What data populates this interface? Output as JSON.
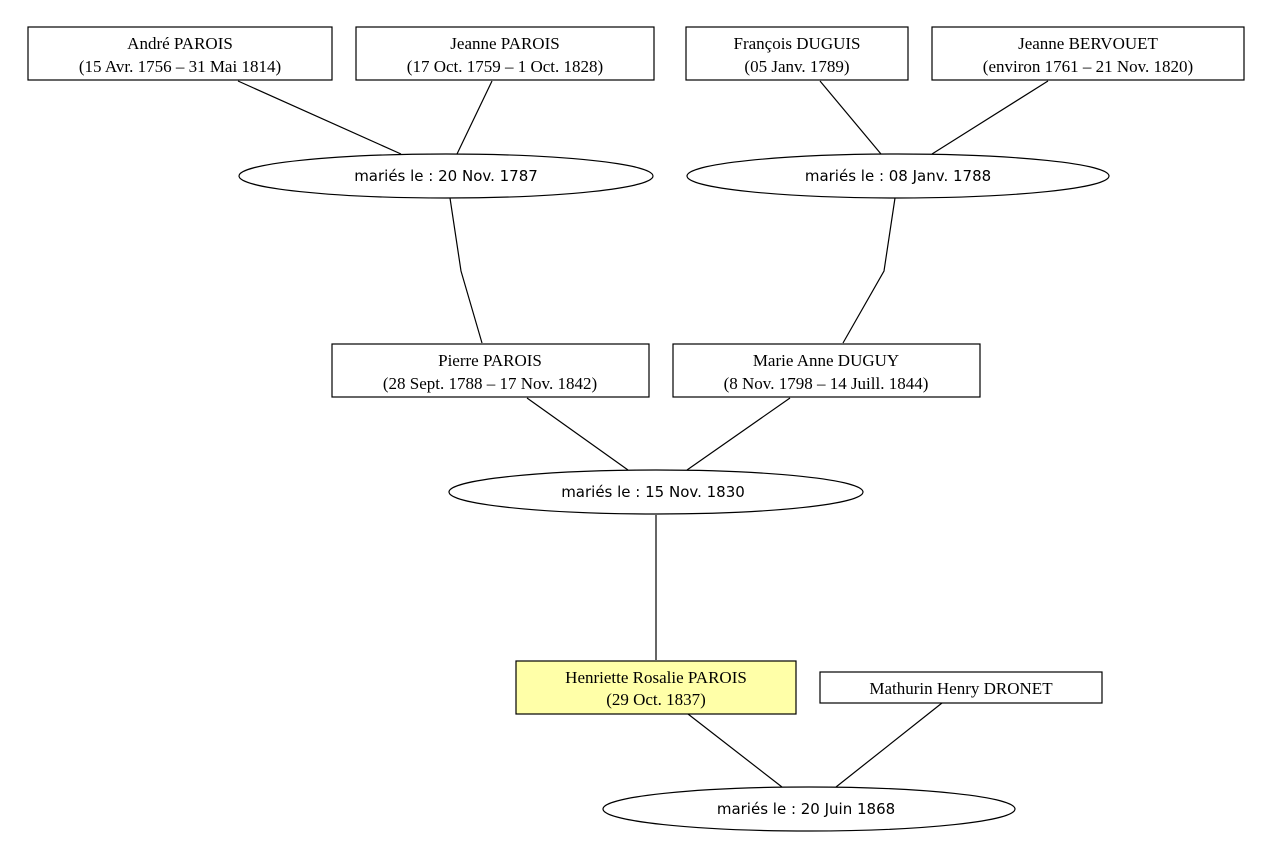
{
  "colors": {
    "highlight": "#ffffa8",
    "stroke": "#000000",
    "background": "#ffffff"
  },
  "persons": {
    "andre": {
      "name": "André PAROIS",
      "dates": "(15 Avr. 1756 – 31 Mai 1814)"
    },
    "jeanne_p": {
      "name": "Jeanne PAROIS",
      "dates": "(17 Oct. 1759 – 1 Oct. 1828)"
    },
    "francois": {
      "name": "François DUGUIS",
      "dates": "(05 Janv. 1789)"
    },
    "jeanne_b": {
      "name": "Jeanne BERVOUET",
      "dates": "(environ 1761 – 21 Nov. 1820)"
    },
    "pierre": {
      "name": "Pierre PAROIS",
      "dates": "(28 Sept. 1788 – 17 Nov. 1842)"
    },
    "marie": {
      "name": "Marie Anne DUGUY",
      "dates": "(8 Nov. 1798 – 14 Juill. 1844)"
    },
    "henriette": {
      "name": "Henriette Rosalie PAROIS",
      "dates": "(29 Oct. 1837)",
      "highlighted": true
    },
    "mathurin": {
      "name": "Mathurin Henry DRONET",
      "dates": ""
    }
  },
  "marriages": {
    "m1787": {
      "label": "mariés le : 20 Nov. 1787"
    },
    "m1788": {
      "label": "mariés le : 08 Janv. 1788"
    },
    "m1830": {
      "label": "mariés le : 15 Nov. 1830"
    },
    "m1868": {
      "label": "mariés le : 20 Juin 1868"
    }
  }
}
